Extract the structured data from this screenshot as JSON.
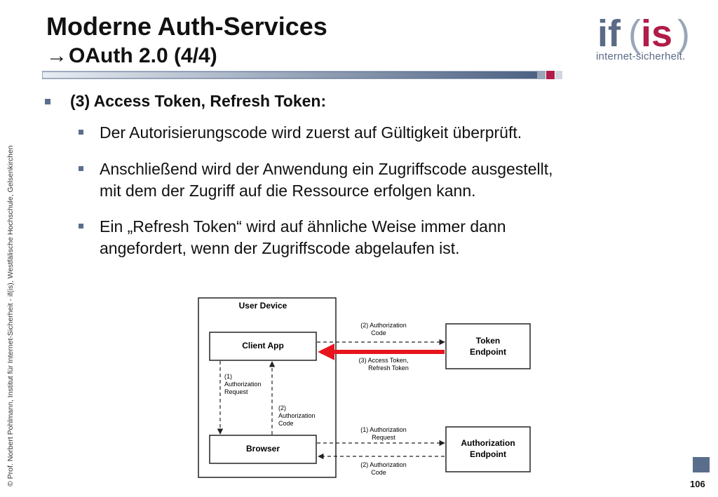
{
  "slide": {
    "title": "Moderne Auth-Services",
    "subtitle_arrow": "→",
    "subtitle": "OAuth 2.0 (4/4)",
    "logo_text": "internet-sicherheit.",
    "side_note": "© Prof. Norbert Pohlmann, Institut für Internet-Sicherheit - if(is), Westfälische Hochschule, Gelsenkirchen",
    "page_number": "106"
  },
  "bullets": {
    "main": "(3) Access Token, Refresh Token:",
    "items": [
      {
        "lines": [
          "Der Autorisierungscode wird zuerst auf Gültigkeit überprüft."
        ]
      },
      {
        "lines": [
          "Anschließend wird der Anwendung ein Zugriffscode ausgestellt,",
          "mit dem der Zugriff auf die Ressource erfolgen kann."
        ]
      },
      {
        "lines": [
          "Ein „Refresh Token“ wird auf ähnliche Weise immer dann",
          "angefordert, wenn der Zugriffscode abgelaufen ist."
        ]
      }
    ]
  },
  "diagram": {
    "user_device": "User Device",
    "client_app": "Client App",
    "browser": "Browser",
    "token_endpoint": [
      "Token",
      "Endpoint"
    ],
    "authorization_endpoint": [
      "Authorization",
      "Endpoint"
    ],
    "label_auth_request_left": [
      "(1)",
      "Authorization",
      "Request"
    ],
    "label_auth_code_right": [
      "(2)",
      "Authorization",
      "Code"
    ],
    "label_token_top": [
      "(2) Authorization",
      "Code"
    ],
    "label_token_bottom": [
      "(3) Access Token,",
      "Refresh Token"
    ],
    "label_authz_top": [
      "(1) Authorization",
      "Request"
    ],
    "label_authz_bottom": [
      "(2) Authorization",
      "Code"
    ],
    "highlight_color": "#e8141c"
  }
}
